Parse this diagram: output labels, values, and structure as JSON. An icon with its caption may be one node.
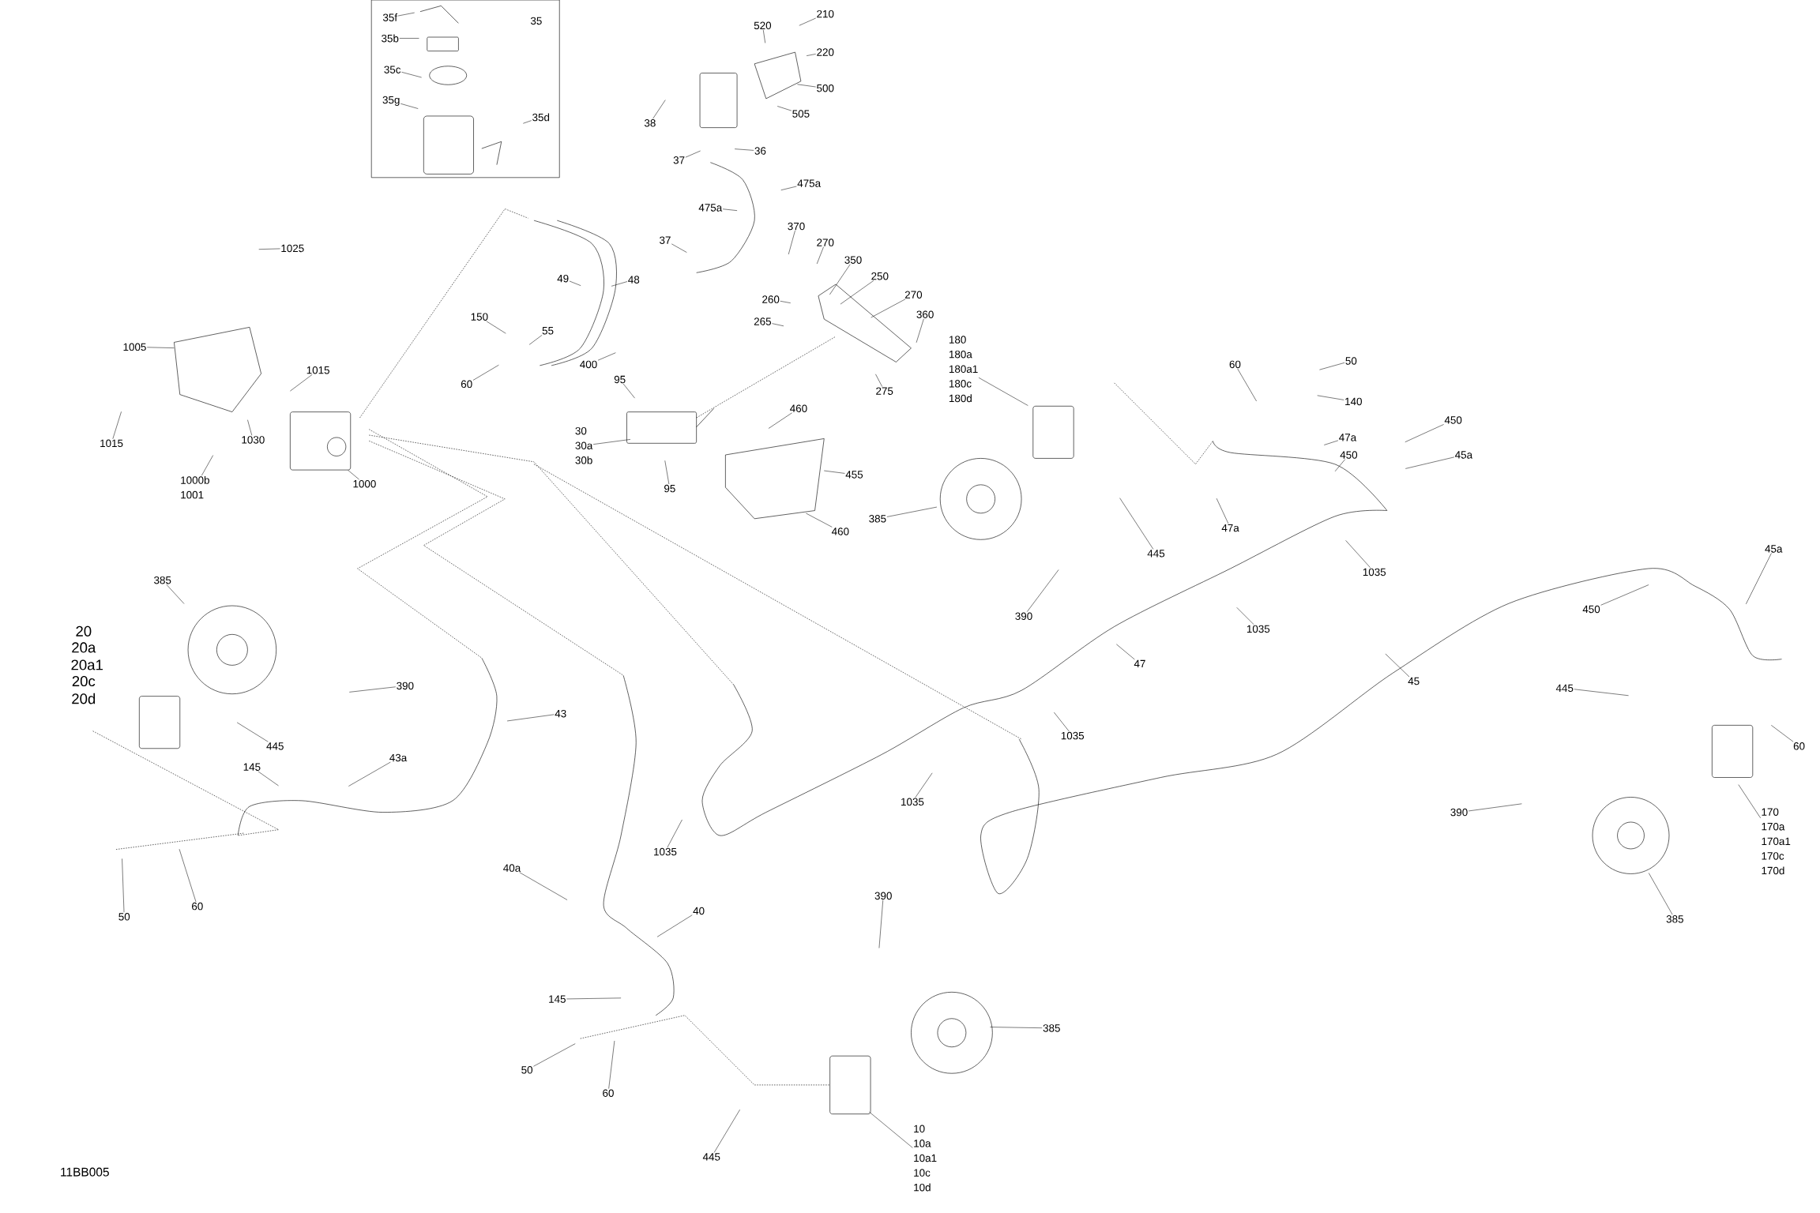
{
  "diagram": {
    "nodes": [
      {
        "text": [
          "35f"
        ]
      },
      {
        "text": [
          "35"
        ]
      },
      {
        "text": [
          "35b"
        ]
      },
      {
        "text": [
          "35c"
        ]
      },
      {
        "text": [
          "35g"
        ]
      },
      {
        "text": [
          "35d"
        ]
      },
      {
        "text": [
          "520"
        ]
      },
      {
        "text": [
          "210"
        ]
      },
      {
        "text": [
          "220"
        ]
      },
      {
        "text": [
          "500"
        ]
      },
      {
        "text": [
          "505"
        ]
      },
      {
        "text": [
          "38"
        ]
      },
      {
        "text": [
          "37"
        ]
      },
      {
        "text": [
          "36"
        ]
      },
      {
        "text": [
          "475a"
        ]
      },
      {
        "text": [
          "475a"
        ]
      },
      {
        "text": [
          "1025"
        ]
      },
      {
        "text": [
          "49"
        ]
      },
      {
        "text": [
          "48"
        ]
      },
      {
        "text": [
          "37"
        ]
      },
      {
        "text": [
          "370"
        ]
      },
      {
        "text": [
          "270"
        ]
      },
      {
        "text": [
          "350"
        ]
      },
      {
        "text": [
          "250"
        ]
      },
      {
        "text": [
          "260"
        ]
      },
      {
        "text": [
          "265"
        ]
      },
      {
        "text": [
          "270"
        ]
      },
      {
        "text": [
          "360"
        ]
      },
      {
        "text": [
          "180",
          "180a",
          "180a1",
          "180c",
          "180d"
        ]
      },
      {
        "text": [
          "150"
        ]
      },
      {
        "text": [
          "55"
        ]
      },
      {
        "text": [
          "400"
        ]
      },
      {
        "text": [
          "60"
        ]
      },
      {
        "text": [
          "95"
        ]
      },
      {
        "text": [
          "30",
          "30a",
          "30b"
        ]
      },
      {
        "text": [
          "95"
        ]
      },
      {
        "text": [
          "275"
        ]
      },
      {
        "text": [
          "1005"
        ]
      },
      {
        "text": [
          "1015"
        ]
      },
      {
        "text": [
          "1015"
        ]
      },
      {
        "text": [
          "1030"
        ]
      },
      {
        "text": [
          "1000b",
          "1001"
        ]
      },
      {
        "text": [
          "1000"
        ]
      },
      {
        "text": [
          "460"
        ]
      },
      {
        "text": [
          "455"
        ]
      },
      {
        "text": [
          "460"
        ]
      },
      {
        "text": [
          "60"
        ]
      },
      {
        "text": [
          "50"
        ]
      },
      {
        "text": [
          "140"
        ]
      },
      {
        "text": [
          "47a"
        ]
      },
      {
        "text": [
          "450"
        ]
      },
      {
        "text": [
          "450"
        ]
      },
      {
        "text": [
          "45a"
        ]
      },
      {
        "text": [
          "47a"
        ]
      },
      {
        "text": [
          "445"
        ]
      },
      {
        "text": [
          "385"
        ]
      },
      {
        "text": [
          "390"
        ]
      },
      {
        "text": [
          "1035"
        ]
      },
      {
        "text": [
          "1035"
        ]
      },
      {
        "text": [
          "47"
        ]
      },
      {
        "text": [
          "45"
        ]
      },
      {
        "text": [
          "1035"
        ]
      },
      {
        "text": [
          "1035"
        ]
      },
      {
        "text": [
          "1035"
        ]
      },
      {
        "text": [
          "450"
        ]
      },
      {
        "text": [
          "45a"
        ]
      },
      {
        "text": [
          "445"
        ]
      },
      {
        "text": [
          "60"
        ]
      },
      {
        "text": [
          "170",
          "170a",
          "170a1",
          "170c",
          "170d"
        ]
      },
      {
        "text": [
          "390"
        ]
      },
      {
        "text": [
          "385"
        ]
      },
      {
        "text": [
          "385"
        ]
      },
      {
        "text": [
          "390"
        ]
      },
      {
        "text": [
          "445"
        ]
      },
      {
        "text": [
          "145"
        ]
      },
      {
        "text": [
          "43a"
        ]
      },
      {
        "text": [
          "43"
        ]
      },
      {
        "text": [
          "50"
        ]
      },
      {
        "text": [
          "60"
        ]
      },
      {
        "text": [
          "40a"
        ]
      },
      {
        "text": [
          "40"
        ]
      },
      {
        "text": [
          "145"
        ]
      },
      {
        "text": [
          "50"
        ]
      },
      {
        "text": [
          "60"
        ]
      },
      {
        "text": [
          "390"
        ]
      },
      {
        "text": [
          "385"
        ]
      },
      {
        "text": [
          "445"
        ]
      },
      {
        "text": [
          "10",
          "10a",
          "10a1",
          "10c",
          "10d"
        ]
      }
    ],
    "edges": [
      {
        "from": 0,
        "to": null,
        "arrow": "none"
      },
      {
        "from": 2,
        "to": null,
        "arrow": "none"
      },
      {
        "from": 3,
        "to": null,
        "arrow": "none"
      },
      {
        "from": 4,
        "to": null,
        "arrow": "none"
      },
      {
        "from": 5,
        "to": null,
        "arrow": "none"
      },
      {
        "from": 6,
        "to": null,
        "arrow": "none"
      },
      {
        "from": 7,
        "to": null,
        "arrow": "none"
      },
      {
        "from": 8,
        "to": null,
        "arrow": "none"
      },
      {
        "from": 9,
        "to": null,
        "arrow": "none"
      },
      {
        "from": 10,
        "to": null,
        "arrow": "none"
      },
      {
        "from": 11,
        "to": null,
        "arrow": "none"
      },
      {
        "from": 12,
        "to": null,
        "arrow": "none"
      },
      {
        "from": 13,
        "to": null,
        "arrow": "none"
      },
      {
        "from": 14,
        "to": null,
        "arrow": "none"
      },
      {
        "from": 15,
        "to": null,
        "arrow": "none"
      },
      {
        "from": 16,
        "to": null,
        "arrow": "none"
      },
      {
        "from": 17,
        "to": null,
        "arrow": "none"
      },
      {
        "from": 18,
        "to": null,
        "arrow": "none"
      },
      {
        "from": 19,
        "to": null,
        "arrow": "none"
      },
      {
        "from": 20,
        "to": null,
        "arrow": "none"
      },
      {
        "from": 21,
        "to": null,
        "arrow": "none"
      },
      {
        "from": 22,
        "to": null,
        "arrow": "none"
      },
      {
        "from": 23,
        "to": null,
        "arrow": "none"
      },
      {
        "from": 24,
        "to": null,
        "arrow": "none"
      },
      {
        "from": 25,
        "to": null,
        "arrow": "none"
      },
      {
        "from": 26,
        "to": null,
        "arrow": "none"
      },
      {
        "from": 27,
        "to": null,
        "arrow": "none"
      },
      {
        "from": 28,
        "to": null,
        "arrow": "none"
      },
      {
        "from": 29,
        "to": null,
        "arrow": "none"
      },
      {
        "from": 30,
        "to": null,
        "arrow": "none"
      },
      {
        "from": 31,
        "to": null,
        "arrow": "none"
      },
      {
        "from": 32,
        "to": null,
        "arrow": "none"
      },
      {
        "from": 33,
        "to": null,
        "arrow": "none"
      },
      {
        "from": 34,
        "to": null,
        "arrow": "none"
      },
      {
        "from": 35,
        "to": null,
        "arrow": "none"
      },
      {
        "from": 36,
        "to": null,
        "arrow": "none"
      },
      {
        "from": 37,
        "to": null,
        "arrow": "none"
      },
      {
        "from": 38,
        "to": null,
        "arrow": "none"
      },
      {
        "from": 39,
        "to": null,
        "arrow": "none"
      },
      {
        "from": 40,
        "to": null,
        "arrow": "none"
      },
      {
        "from": 41,
        "to": null,
        "arrow": "none"
      },
      {
        "from": 42,
        "to": null,
        "arrow": "none"
      },
      {
        "from": 43,
        "to": null,
        "arrow": "none"
      },
      {
        "from": 44,
        "to": null,
        "arrow": "none"
      },
      {
        "from": 45,
        "to": null,
        "arrow": "none"
      },
      {
        "from": 46,
        "to": null,
        "arrow": "none"
      },
      {
        "from": 47,
        "to": null,
        "arrow": "none"
      },
      {
        "from": 48,
        "to": null,
        "arrow": "none"
      },
      {
        "from": 49,
        "to": null,
        "arrow": "none"
      },
      {
        "from": 50,
        "to": null,
        "arrow": "none"
      },
      {
        "from": 51,
        "to": null,
        "arrow": "none"
      },
      {
        "from": 52,
        "to": null,
        "arrow": "none"
      },
      {
        "from": 53,
        "to": null,
        "arrow": "none"
      },
      {
        "from": 54,
        "to": null,
        "arrow": "none"
      },
      {
        "from": 55,
        "to": null,
        "arrow": "none"
      },
      {
        "from": 56,
        "to": null,
        "arrow": "none"
      },
      {
        "from": 57,
        "to": null,
        "arrow": "none"
      },
      {
        "from": 58,
        "to": null,
        "arrow": "none"
      },
      {
        "from": 59,
        "to": null,
        "arrow": "none"
      },
      {
        "from": 60,
        "to": null,
        "arrow": "none"
      },
      {
        "from": 61,
        "to": null,
        "arrow": "none"
      },
      {
        "from": 62,
        "to": null,
        "arrow": "none"
      },
      {
        "from": 63,
        "to": null,
        "arrow": "none"
      },
      {
        "from": 64,
        "to": null,
        "arrow": "none"
      },
      {
        "from": 65,
        "to": null,
        "arrow": "none"
      },
      {
        "from": 66,
        "to": null,
        "arrow": "none"
      },
      {
        "from": 67,
        "to": null,
        "arrow": "none"
      },
      {
        "from": 68,
        "to": null,
        "arrow": "none"
      },
      {
        "from": 69,
        "to": null,
        "arrow": "none"
      },
      {
        "from": 70,
        "to": null,
        "arrow": "none"
      },
      {
        "from": 71,
        "to": null,
        "arrow": "none"
      },
      {
        "from": 72,
        "to": null,
        "arrow": "none"
      },
      {
        "from": 73,
        "to": null,
        "arrow": "none"
      },
      {
        "from": 74,
        "to": null,
        "arrow": "none"
      },
      {
        "from": 75,
        "to": null,
        "arrow": "none"
      },
      {
        "from": 76,
        "to": null,
        "arrow": "none"
      },
      {
        "from": 77,
        "to": null,
        "arrow": "none"
      },
      {
        "from": 78,
        "to": null,
        "arrow": "none"
      },
      {
        "from": 79,
        "to": null,
        "arrow": "none"
      },
      {
        "from": 80,
        "to": null,
        "arrow": "none"
      },
      {
        "from": 81,
        "to": null,
        "arrow": "none"
      },
      {
        "from": 82,
        "to": null,
        "arrow": "none"
      },
      {
        "from": 83,
        "to": null,
        "arrow": "none"
      },
      {
        "from": 84,
        "to": null,
        "arrow": "none"
      },
      {
        "from": 85,
        "to": null,
        "arrow": "none"
      },
      {
        "from": 86,
        "to": null,
        "arrow": "none"
      },
      {
        "from": 87,
        "to": null,
        "arrow": "none"
      }
    ],
    "labels": [
      "20",
      "20a",
      "20a1",
      "20c",
      "20d",
      "11BB005"
    ]
  }
}
